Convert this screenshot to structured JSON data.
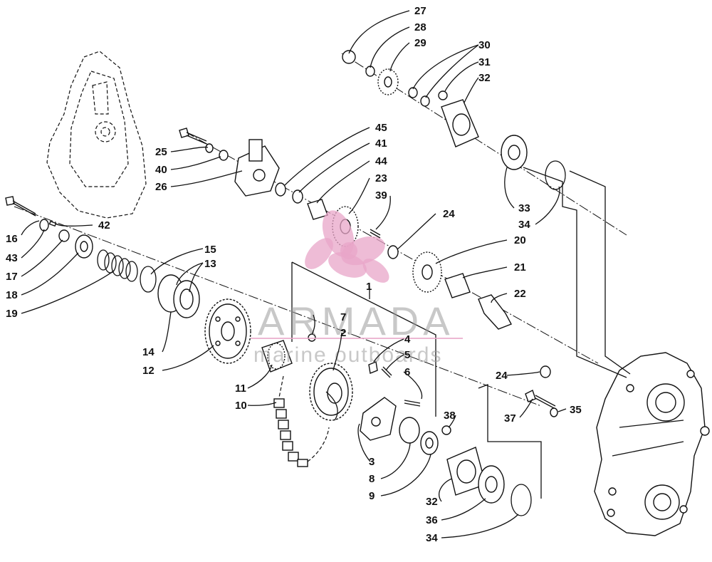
{
  "diagram": {
    "callouts": {
      "c1": "1",
      "c2": "2",
      "c3": "3",
      "c4": "4",
      "c5": "5",
      "c6": "6",
      "c7": "7",
      "c8": "8",
      "c9": "9",
      "c10": "10",
      "c11": "11",
      "c12": "12",
      "c13": "13",
      "c14": "14",
      "c15": "15",
      "c16": "16",
      "c17": "17",
      "c18": "18",
      "c19": "19",
      "c20": "20",
      "c21": "21",
      "c22": "22",
      "c23": "23",
      "c24a": "24",
      "c24b": "24",
      "c25": "25",
      "c26": "26",
      "c27": "27",
      "c28": "28",
      "c29": "29",
      "c30": "30",
      "c31": "31",
      "c32a": "32",
      "c32b": "32",
      "c33": "33",
      "c34a": "34",
      "c34b": "34",
      "c35": "35",
      "c36": "36",
      "c37": "37",
      "c38": "38",
      "c39": "39",
      "c40": "40",
      "c41": "41",
      "c42": "42",
      "c43": "43",
      "c44": "44",
      "c45": "45"
    }
  },
  "watermark": {
    "brand": "ARMADA",
    "tagline": "marine outboards",
    "color": "#e8a6c8"
  }
}
